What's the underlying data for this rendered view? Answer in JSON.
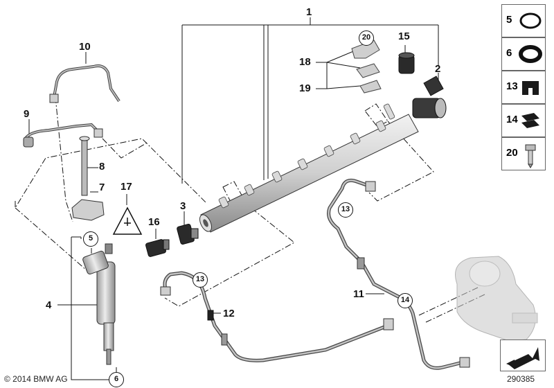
{
  "labels": {
    "p1": "1",
    "p2": "2",
    "p3": "3",
    "p4": "4",
    "p5": "5",
    "p6": "6",
    "p7": "7",
    "p8": "8",
    "p9": "9",
    "p10": "10",
    "p11": "11",
    "p12": "12",
    "p13a": "13",
    "p13b": "13",
    "p14": "14",
    "p15": "15",
    "p16": "16",
    "p17": "17",
    "p18": "18",
    "p19": "19",
    "p20": "20"
  },
  "side_parts": [
    {
      "num": "5",
      "icon": "o-ring-thin-icon"
    },
    {
      "num": "6",
      "icon": "o-ring-thick-icon"
    },
    {
      "num": "13",
      "icon": "rubber-bushing-icon"
    },
    {
      "num": "14",
      "icon": "double-clip-icon"
    },
    {
      "num": "20",
      "icon": "bolt-icon"
    }
  ],
  "footer": {
    "copyright": "© 2014 BMW AG",
    "diagram_id": "290385"
  },
  "colors": {
    "line": "#111111",
    "part_fill": "#d4d4d4",
    "part_dark": "#2a2a2a",
    "pump_fill": "#c8c8c8"
  }
}
